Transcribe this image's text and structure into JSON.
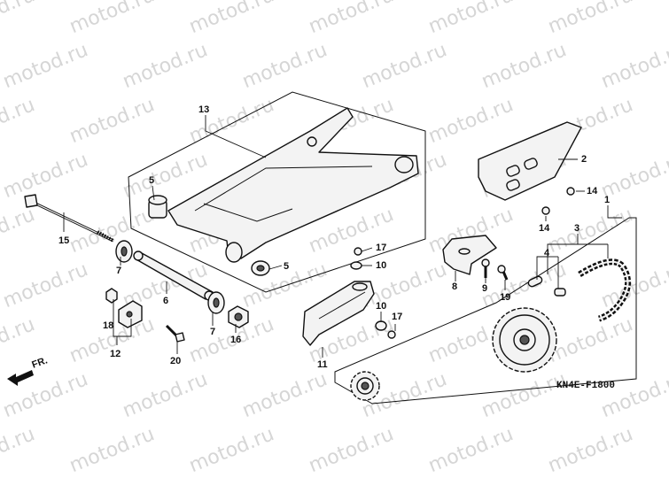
{
  "watermark": "motod.ru",
  "diagram_code": "KN4E-F1800",
  "front_label": "FR.",
  "callouts": [
    {
      "id": "c13",
      "label": "13"
    },
    {
      "id": "c5a",
      "label": "5"
    },
    {
      "id": "c5b",
      "label": "5"
    },
    {
      "id": "c15",
      "label": "15"
    },
    {
      "id": "c7a",
      "label": "7"
    },
    {
      "id": "c6",
      "label": "6"
    },
    {
      "id": "c7b",
      "label": "7"
    },
    {
      "id": "c16",
      "label": "16"
    },
    {
      "id": "c18",
      "label": "18"
    },
    {
      "id": "c12",
      "label": "12"
    },
    {
      "id": "c20",
      "label": "20"
    },
    {
      "id": "c17a",
      "label": "17"
    },
    {
      "id": "c10a",
      "label": "10"
    },
    {
      "id": "c11",
      "label": "11"
    },
    {
      "id": "c10b",
      "label": "10"
    },
    {
      "id": "c17b",
      "label": "17"
    },
    {
      "id": "c8",
      "label": "8"
    },
    {
      "id": "c9",
      "label": "9"
    },
    {
      "id": "c19",
      "label": "19"
    },
    {
      "id": "c2",
      "label": "2"
    },
    {
      "id": "c14a",
      "label": "14"
    },
    {
      "id": "c14b",
      "label": "14"
    },
    {
      "id": "c1",
      "label": "1"
    },
    {
      "id": "c3",
      "label": "3"
    },
    {
      "id": "c4",
      "label": "4"
    }
  ]
}
